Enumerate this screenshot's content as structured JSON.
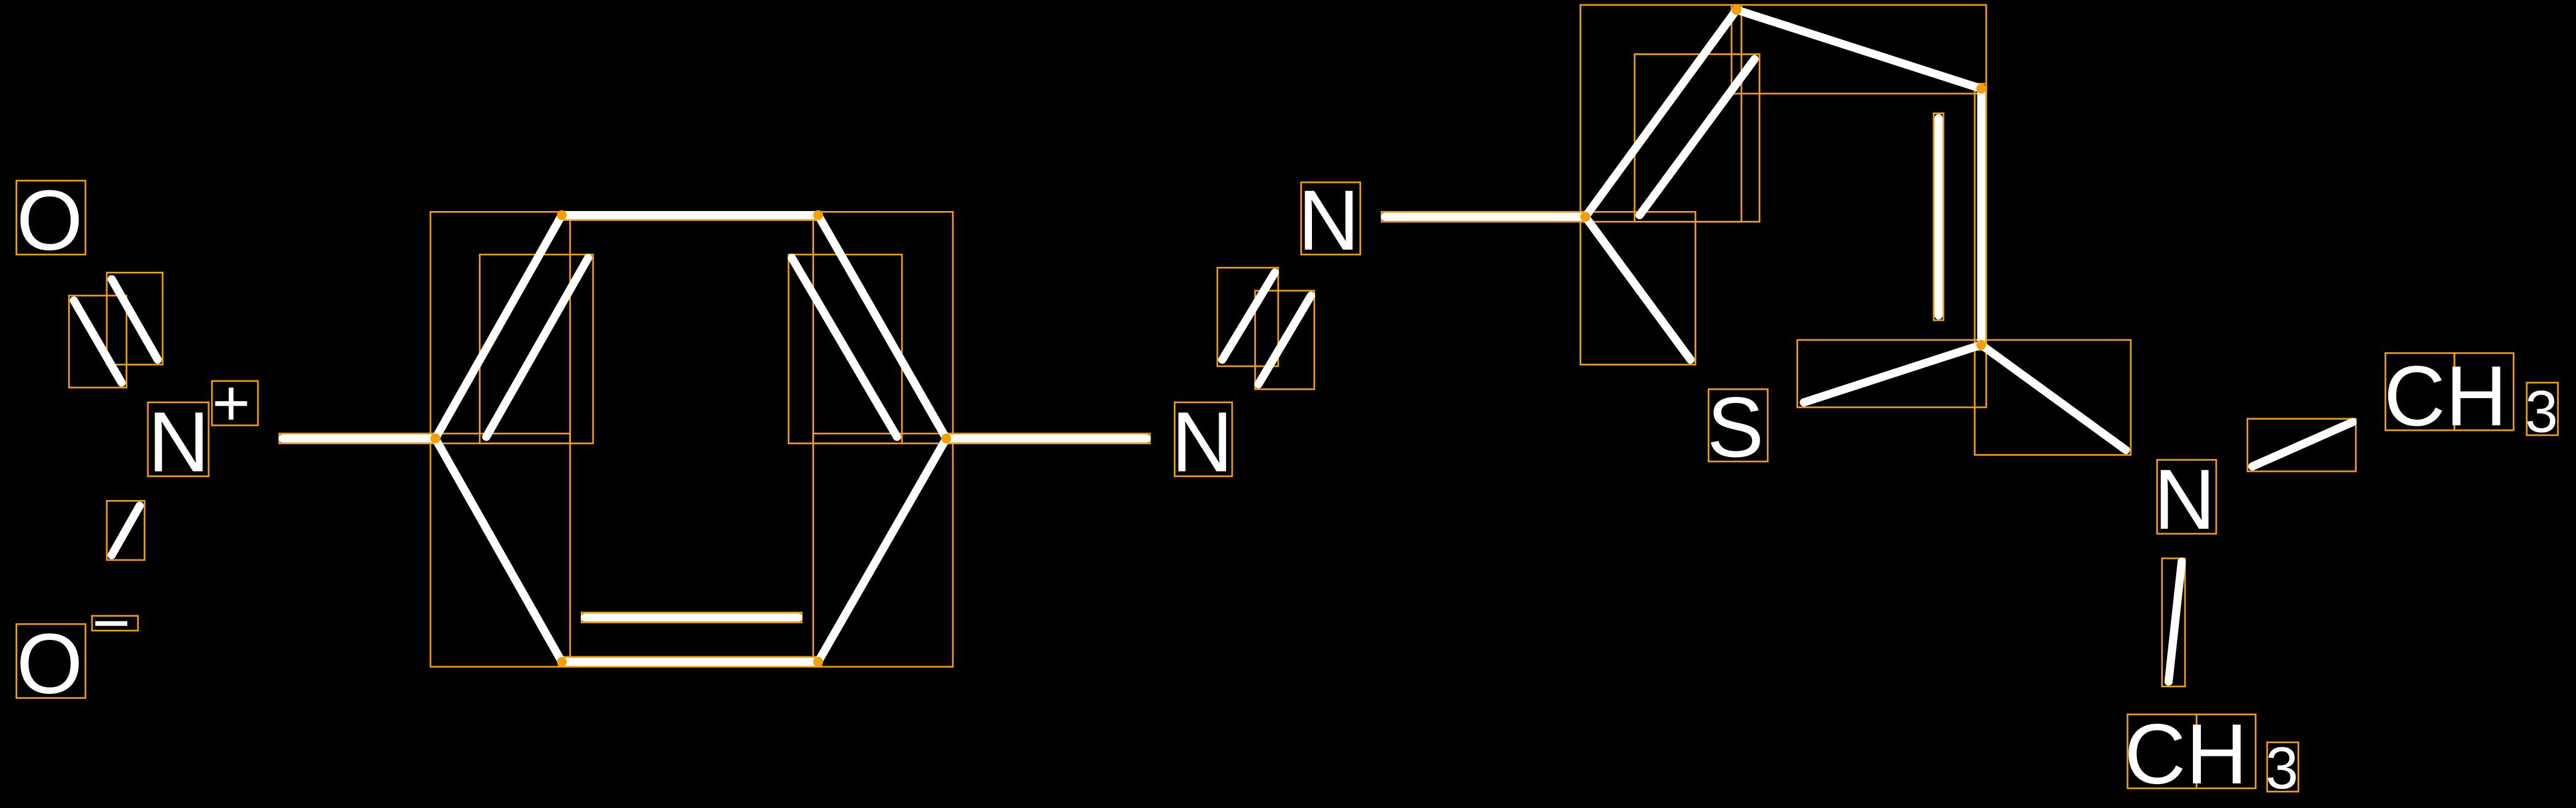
{
  "diagram": {
    "type": "chemical-structure",
    "colors": {
      "background": "#000000",
      "bond": "#ffffff",
      "annotation_box": "#f5a000"
    },
    "atoms": {
      "o_top": "O",
      "n_nitro": "N",
      "n_nitro_charge": "+",
      "o_bottom": "O",
      "o_bottom_charge": "−",
      "n_azo_1": "N",
      "n_azo_2": "N",
      "s_thiophene": "S",
      "n_amine": "N",
      "ch3_right": "CH",
      "ch3_right_sub": "3",
      "ch3_bottom": "CH",
      "ch3_bottom_sub": "3"
    }
  }
}
